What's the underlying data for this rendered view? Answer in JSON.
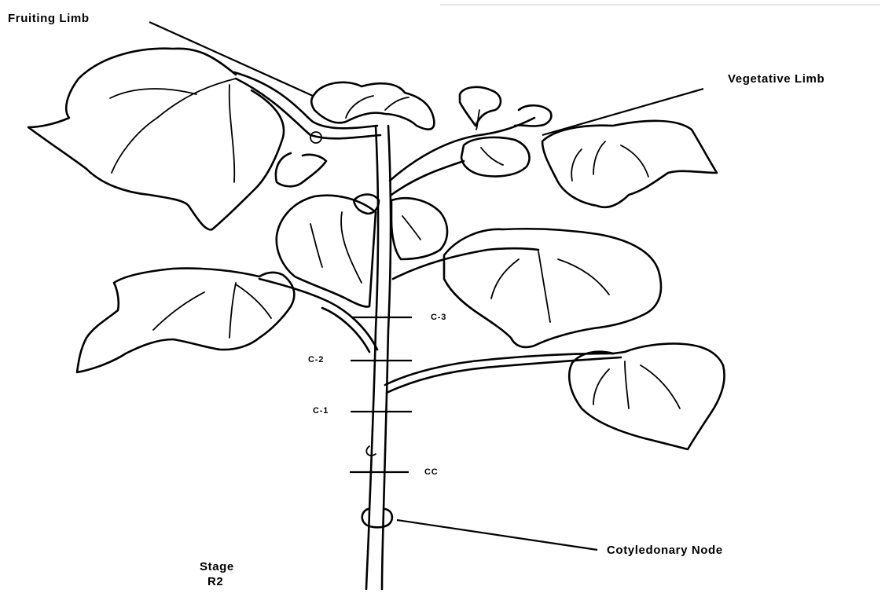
{
  "labels": {
    "fruiting_limb": "Fruiting Limb",
    "vegetative_limb": "Vegetative Limb",
    "c3": "C-3",
    "c2": "C-2",
    "c1": "C-1",
    "cc": "CC",
    "cotyledonary_node": "Cotyledonary Node",
    "stage_line1": "Stage",
    "stage_line2": "R2"
  },
  "colors": {
    "ink": "#000000",
    "paper": "#ffffff"
  }
}
